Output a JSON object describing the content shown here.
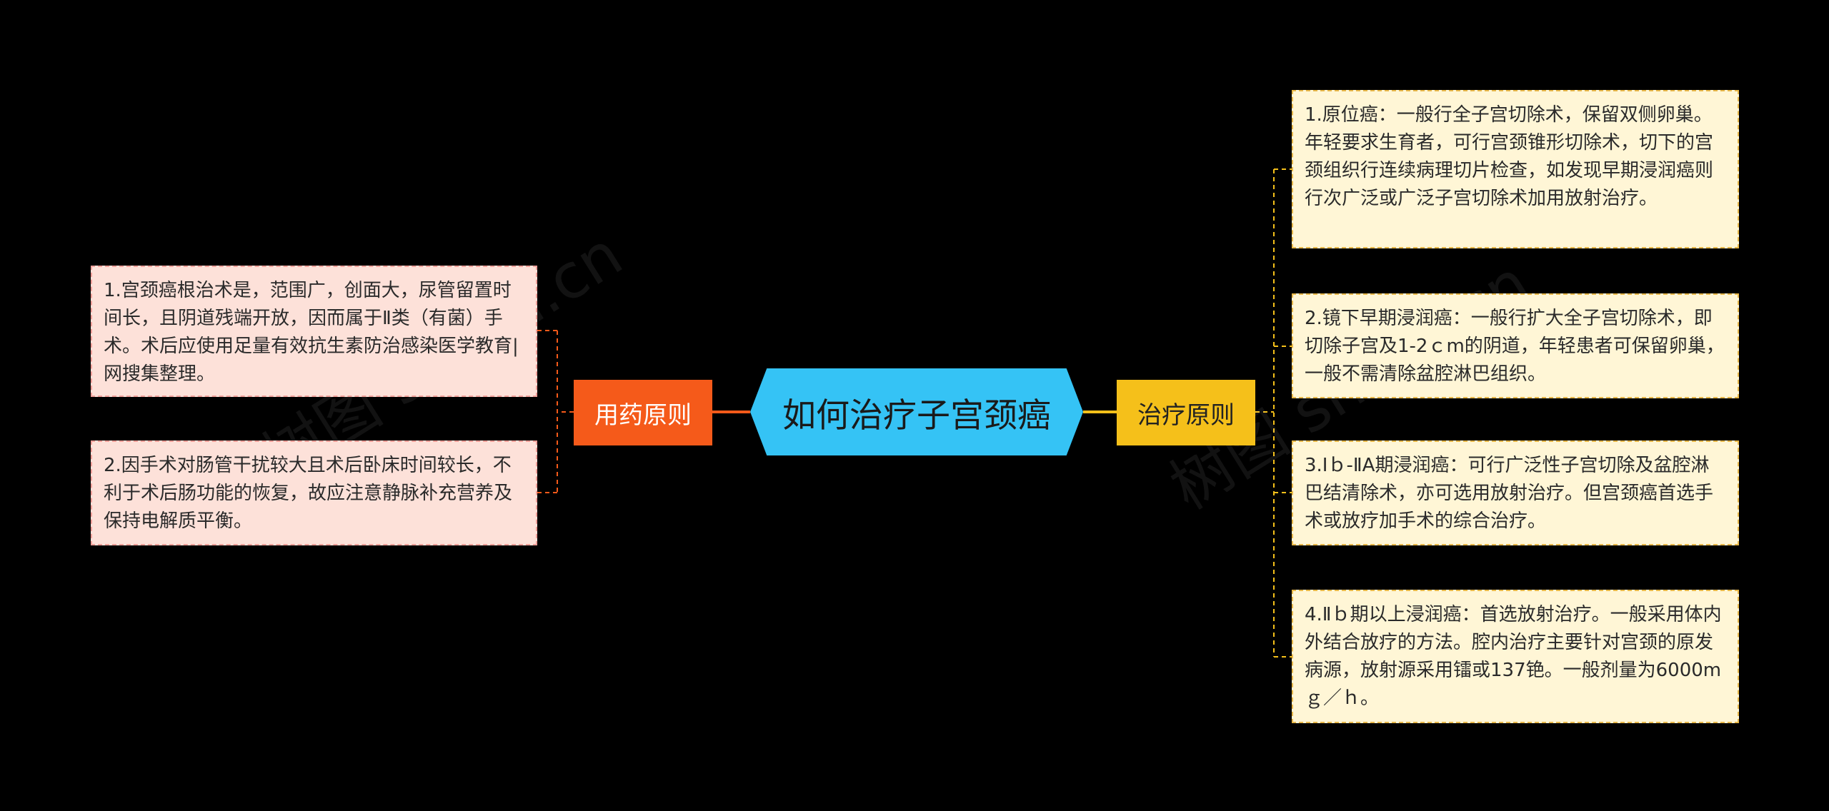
{
  "colors": {
    "background": "#000000",
    "center_fill": "#35c3f5",
    "left_branch_fill": "#f55a1a",
    "right_branch_fill": "#f5c01a",
    "left_leaf_fill": "#fde1d9",
    "right_leaf_fill": "#fff6d6",
    "left_line": "#f55a1a",
    "right_line": "#f5c01a"
  },
  "center": {
    "label": "如何治疗子宫颈癌"
  },
  "left_branch": {
    "label": "用药原则",
    "leaves": [
      "1.宫颈癌根治术是，范围广，创面大，尿管留置时间长，且阴道残端开放，因而属于Ⅱ类（有菌）手术。术后应使用足量有效抗生素防治感染医学教育|网搜集整理。",
      "2.因手术对肠管干扰较大且术后卧床时间较长，不利于术后肠功能的恢复，故应注意静脉补充营养及保持电解质平衡。"
    ]
  },
  "right_branch": {
    "label": "治疗原则",
    "leaves": [
      "1.原位癌：一般行全子宫切除术，保留双侧卵巢。年轻要求生育者，可行宫颈锥形切除术，切下的宫颈组织行连续病理切片检查，如发现早期浸润癌则行次广泛或广泛子宫切除术加用放射治疗。",
      "2.镜下早期浸润癌：一般行扩大全子宫切除术，即切除子宫及1-2ｃm的阴道，年轻患者可保留卵巢，一般不需清除盆腔淋巴组织。",
      "3.Ⅰｂ-ⅡA期浸润癌：可行广泛性子宫切除及盆腔淋巴结清除术，亦可选用放射治疗。但宫颈癌首选手术或放疗加手术的综合治疗。",
      "4.Ⅱｂ期以上浸润癌：首选放射治疗。一般采用体内外结合放疗的方法。腔内治疗主要针对宫颈的原发病源，放射源采用镭或137铯。一般剂量为6000mｇ／ｈ。"
    ]
  },
  "watermark": "树图 shutu.cn"
}
